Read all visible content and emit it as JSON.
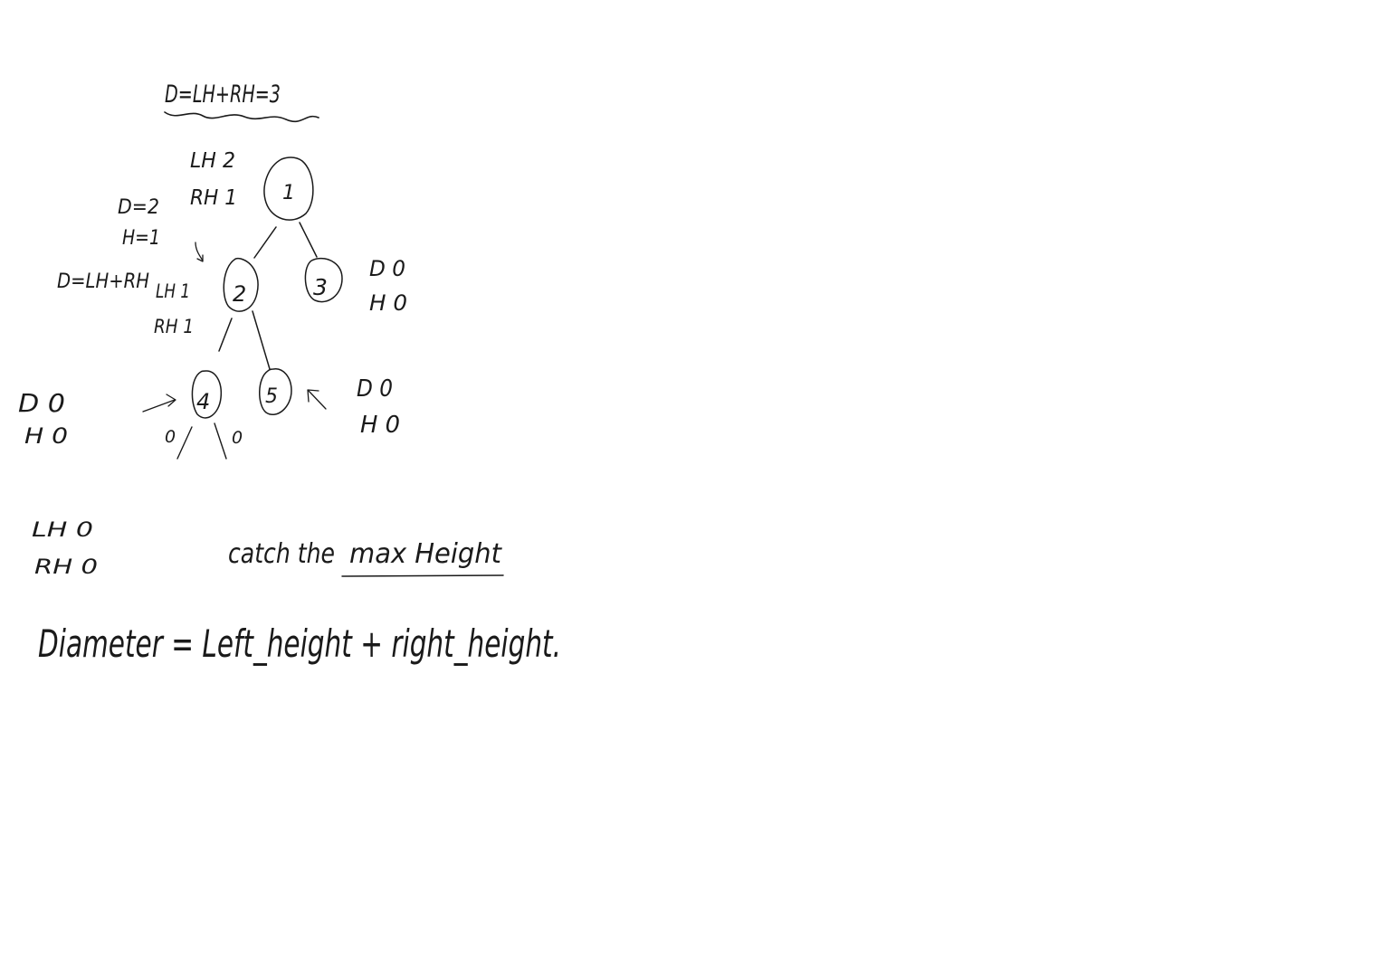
{
  "style": {
    "ink_color": "#1a1a1a",
    "background": "#ffffff"
  },
  "title_formula": "D=LH+RH=3",
  "tree": {
    "nodes": {
      "n1": "1",
      "n2": "2",
      "n3": "3",
      "n4": "4",
      "n5": "5"
    },
    "edges": [
      [
        "n1",
        "n2"
      ],
      [
        "n1",
        "n3"
      ],
      [
        "n2",
        "n4"
      ],
      [
        "n2",
        "n5"
      ]
    ]
  },
  "annotations": {
    "root_lh": "LH 2",
    "root_rh": "RH 1",
    "left_d": "D=2",
    "left_h": "H=1",
    "left_formula": "D=LH+RH",
    "node2_lh": "LH 1",
    "node2_rh": "RH 1",
    "node3_d": "D 0",
    "node3_h": "H 0",
    "node4_d": "D 0",
    "node4_h": "H 0",
    "node4_left_child": "0",
    "node4_right_child": "0",
    "node5_d": "D 0",
    "node5_h": "H 0",
    "leaf_lh": "LH 0",
    "leaf_rh": "RH 0"
  },
  "notes": {
    "catch_prefix": "catch the",
    "catch_emphasis": "max Height",
    "diameter_formula": "Diameter = Left_height + right_height."
  }
}
